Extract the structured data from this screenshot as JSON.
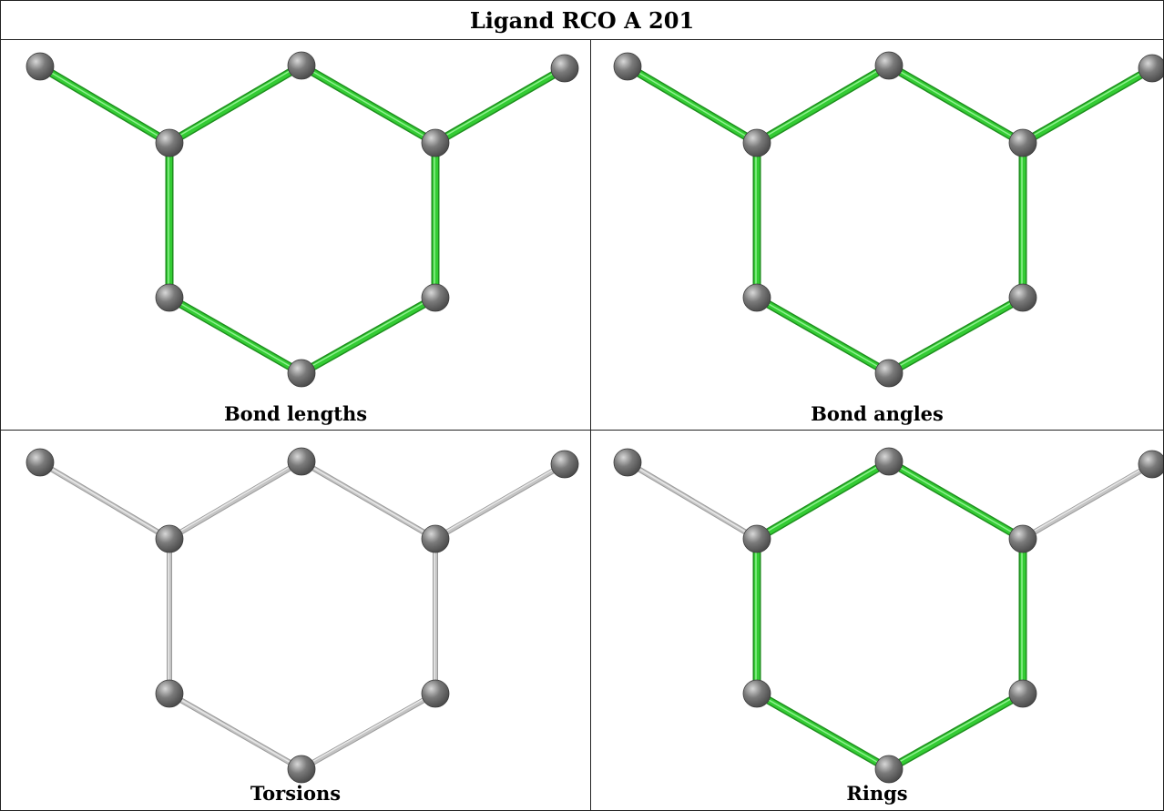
{
  "title": "Ligand RCO A 201",
  "colors": {
    "highlight_bond": "#33cc33",
    "plain_bond": "#c4c4c4",
    "atom": "#7a7a7a"
  },
  "panels": [
    {
      "caption": "Bond lengths",
      "highlighted_bonds": [
        0,
        1,
        2,
        3,
        4,
        5,
        6,
        7
      ]
    },
    {
      "caption": "Bond angles",
      "highlighted_bonds": [
        0,
        1,
        2,
        3,
        4,
        5,
        6,
        7
      ]
    },
    {
      "caption": "Torsions",
      "highlighted_bonds": []
    },
    {
      "caption": "Rings",
      "highlighted_bonds": [
        1,
        2,
        4,
        5,
        6,
        7
      ]
    }
  ]
}
